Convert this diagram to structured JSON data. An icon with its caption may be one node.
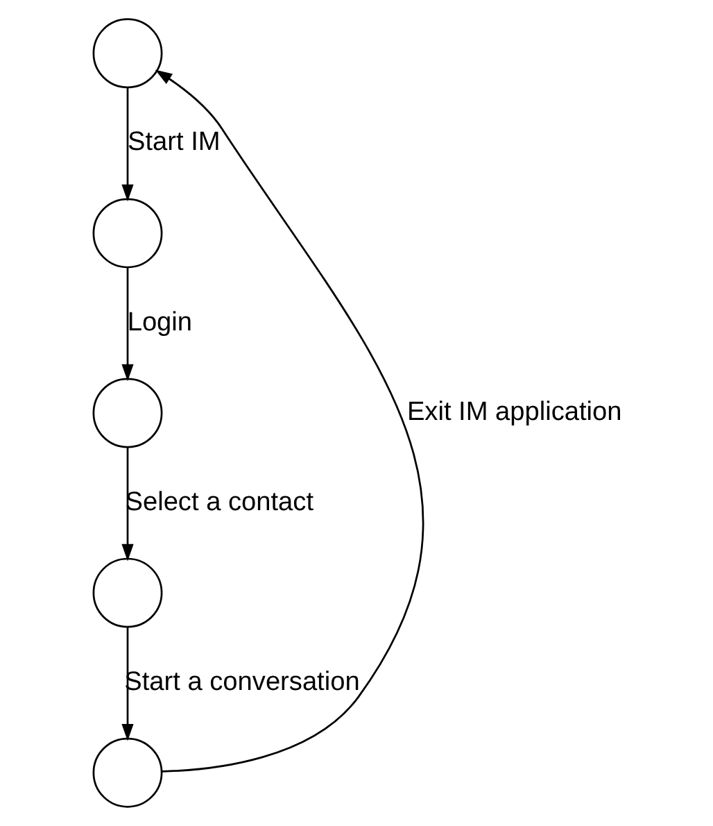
{
  "diagram": {
    "nodes": [
      {
        "text": [],
        "shape": "circle"
      },
      {
        "text": [],
        "shape": "circle"
      },
      {
        "text": [],
        "shape": "circle"
      },
      {
        "text": [],
        "shape": "circle"
      },
      {
        "text": [],
        "shape": "circle"
      }
    ],
    "edges": [
      {
        "from": 0,
        "to": 1,
        "arrow": "to",
        "label": "Start IM"
      },
      {
        "from": 1,
        "to": 2,
        "arrow": "to",
        "label": "Login"
      },
      {
        "from": 2,
        "to": 3,
        "arrow": "to",
        "label": "Select a contact"
      },
      {
        "from": 3,
        "to": 4,
        "arrow": "to",
        "label": "Start a conversation"
      },
      {
        "from": 4,
        "to": 0,
        "arrow": "to",
        "label": "Exit IM application"
      }
    ]
  }
}
